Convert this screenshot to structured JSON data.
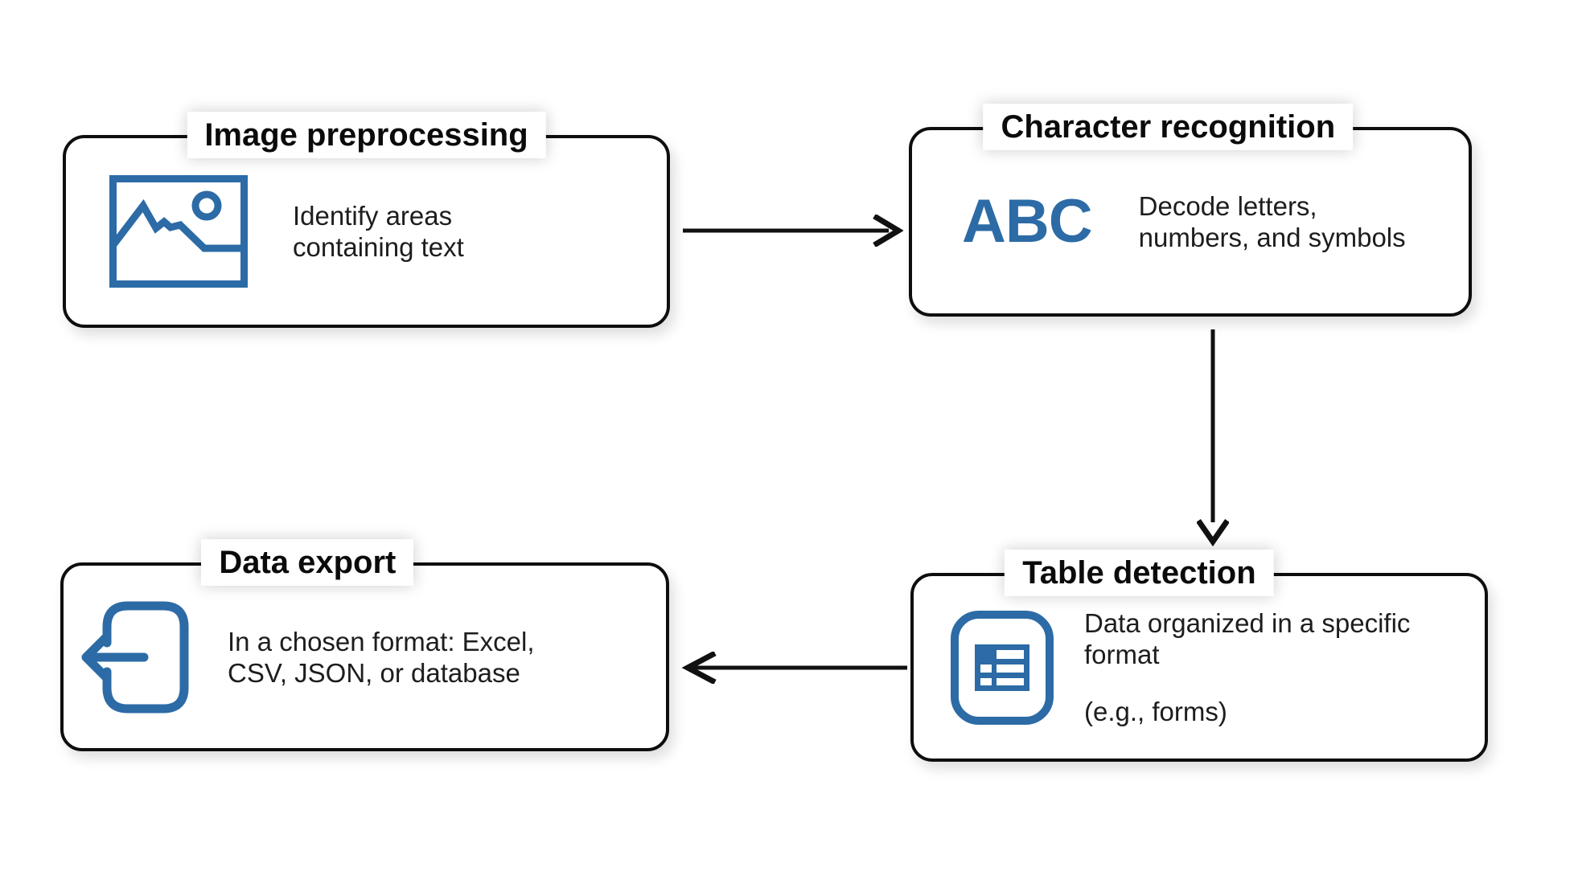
{
  "diagram": {
    "background_color": "#ffffff",
    "accent_color": "#2c6ba6",
    "line_color": "#111111",
    "nodes": [
      {
        "id": "image-preprocessing",
        "title": "Image preprocessing",
        "icon": "image-icon",
        "lines": [
          "Identify areas",
          "containing text"
        ]
      },
      {
        "id": "character-recognition",
        "title": "Character recognition",
        "icon": "abc-icon",
        "icon_text": "ABC",
        "lines": [
          "Decode letters,",
          "numbers, and symbols"
        ]
      },
      {
        "id": "table-detection",
        "title": "Table detection",
        "icon": "table-icon",
        "lines": [
          "Data organized in a specific",
          "format"
        ],
        "note": "(e.g., forms)"
      },
      {
        "id": "data-export",
        "title": "Data export",
        "icon": "export-icon",
        "lines": [
          "In a chosen format: Excel,",
          "CSV, JSON, or database"
        ]
      }
    ],
    "connections": [
      {
        "from": "image-preprocessing",
        "to": "character-recognition",
        "direction": "right"
      },
      {
        "from": "character-recognition",
        "to": "table-detection",
        "direction": "down"
      },
      {
        "from": "table-detection",
        "to": "data-export",
        "direction": "left"
      }
    ]
  }
}
